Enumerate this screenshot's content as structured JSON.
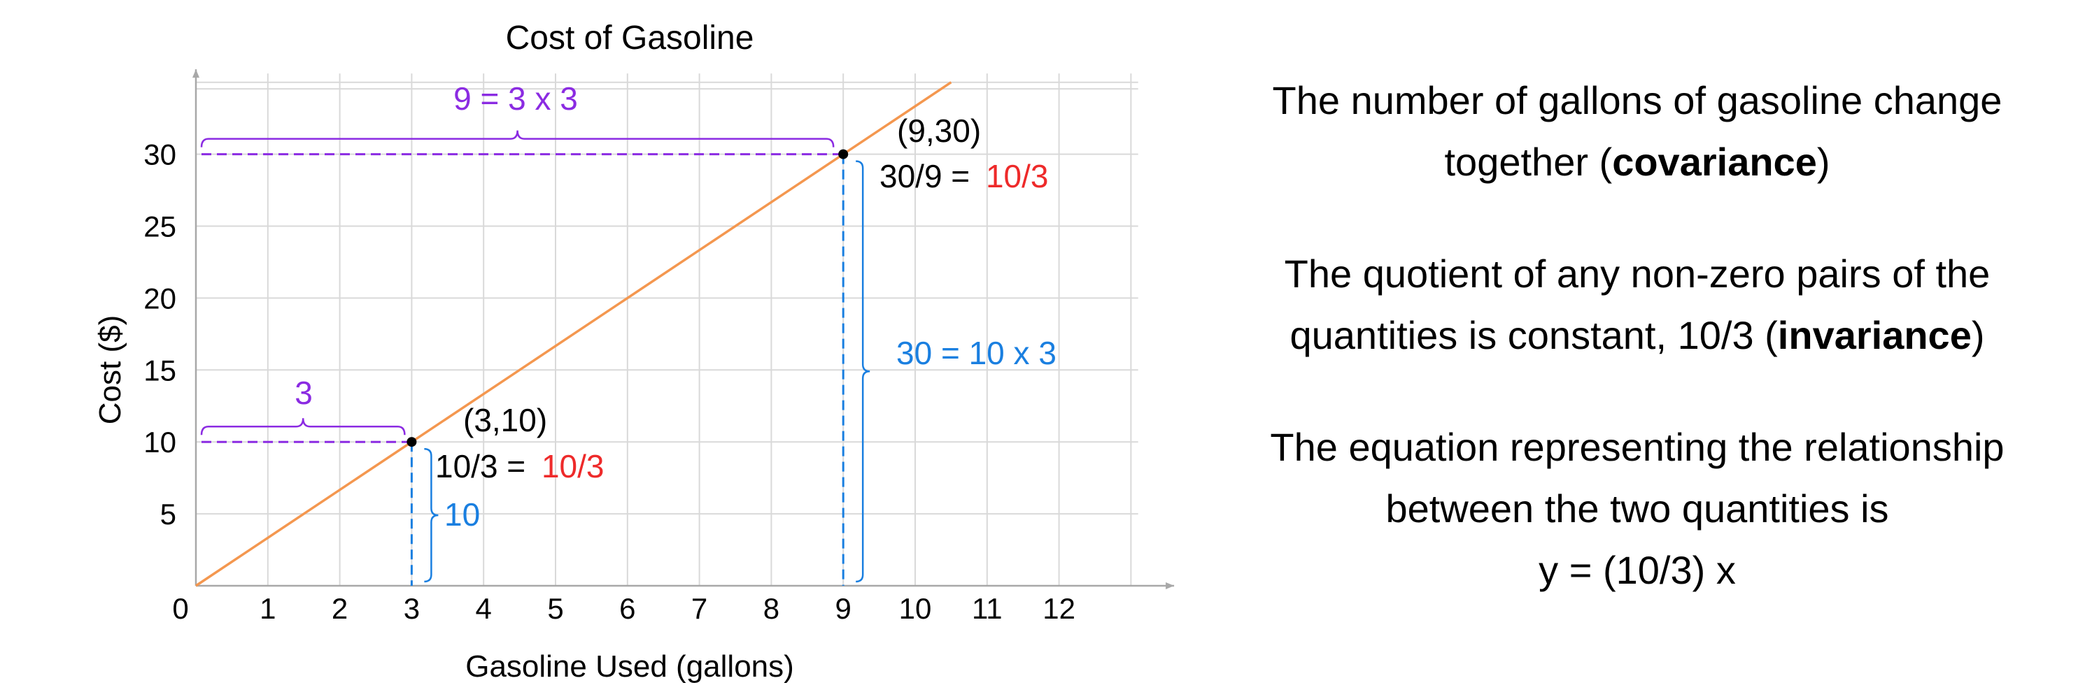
{
  "chart_data": {
    "type": "line",
    "title": "Cost of Gasoline",
    "xlabel": "Gasoline Used (gallons)",
    "ylabel": "Cost ($)",
    "xlim": [
      0,
      13
    ],
    "ylim": [
      0,
      35
    ],
    "origin_label": "0",
    "x_ticks": [
      1,
      2,
      3,
      4,
      5,
      6,
      7,
      8,
      9,
      10,
      11,
      12
    ],
    "y_ticks": [
      5,
      10,
      15,
      20,
      25,
      30
    ],
    "grid": true,
    "series": [
      {
        "x": [
          0,
          10.5
        ],
        "y": [
          0,
          35
        ],
        "color": "#f4974f"
      }
    ],
    "points": [
      {
        "x": 3,
        "y": 10,
        "label": "(3,10)",
        "ratio_text": "10/3 =",
        "ratio_value": "10/3"
      },
      {
        "x": 9,
        "y": 30,
        "label": "(9,30)",
        "ratio_text": "30/9 =",
        "ratio_value": "10/3"
      }
    ],
    "annotations": {
      "horizontal_small": "3",
      "horizontal_big": "9 = 3 x 3",
      "vertical_small": "10",
      "vertical_big": "30 = 10 x 3"
    },
    "colors": {
      "line": "#f4974f",
      "purple": "#8b2be2",
      "blue": "#1a7fe0",
      "red": "#ee2a2a",
      "grid": "#d9d9d9",
      "axis": "#a8a8a8"
    }
  },
  "explanation": {
    "p1_pre": "The number of gallons of gasoline change together (",
    "p1_bold": "covariance",
    "p1_post": ")",
    "p2_pre": "The quotient of any non-zero pairs of the quantities is constant, 10/3 (",
    "p2_bold": "invariance",
    "p2_post": ")",
    "p3_line1": "The equation representing the relationship between the two quantities is",
    "p3_line2": "y = (10/3) x"
  }
}
